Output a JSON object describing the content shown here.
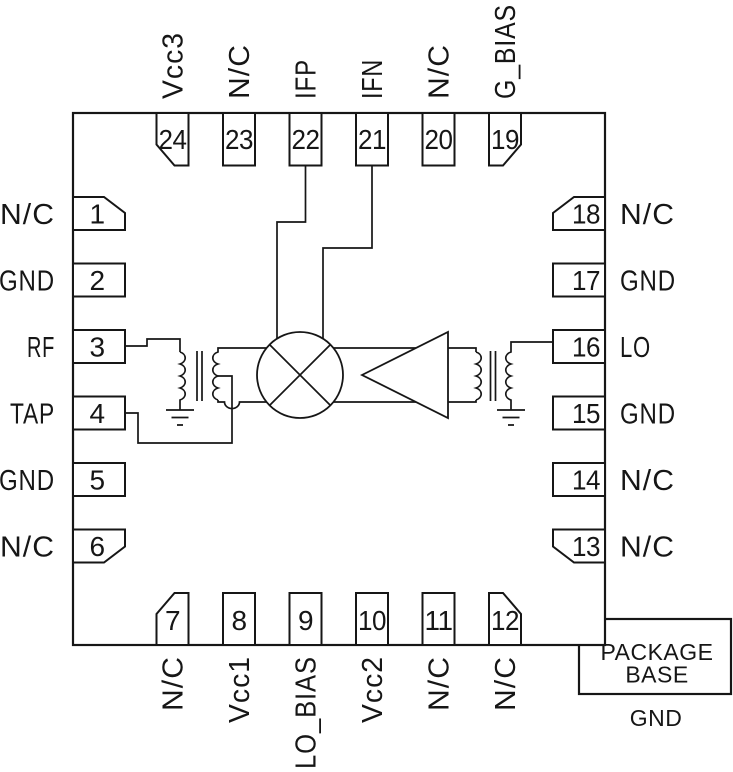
{
  "chip": {
    "pins": {
      "top": [
        {
          "number": "24",
          "label": "Vcc3"
        },
        {
          "number": "23",
          "label": "N/C"
        },
        {
          "number": "22",
          "label": "IFP"
        },
        {
          "number": "21",
          "label": "IFN"
        },
        {
          "number": "20",
          "label": "N/C"
        },
        {
          "number": "19",
          "label": "G_BIAS"
        }
      ],
      "left": [
        {
          "number": "1",
          "label": "N/C"
        },
        {
          "number": "2",
          "label": "GND"
        },
        {
          "number": "3",
          "label": "RF"
        },
        {
          "number": "4",
          "label": "TAP"
        },
        {
          "number": "5",
          "label": "GND"
        },
        {
          "number": "6",
          "label": "N/C"
        }
      ],
      "right": [
        {
          "number": "18",
          "label": "N/C"
        },
        {
          "number": "17",
          "label": "GND"
        },
        {
          "number": "16",
          "label": "LO"
        },
        {
          "number": "15",
          "label": "GND"
        },
        {
          "number": "14",
          "label": "N/C"
        },
        {
          "number": "13",
          "label": "N/C"
        }
      ],
      "bottom": [
        {
          "number": "7",
          "label": "N/C"
        },
        {
          "number": "8",
          "label": "Vcc1"
        },
        {
          "number": "9",
          "label": "LO_BIAS"
        },
        {
          "number": "10",
          "label": "Vcc2"
        },
        {
          "number": "11",
          "label": "N/C"
        },
        {
          "number": "12",
          "label": "N/C"
        }
      ]
    }
  },
  "package_base": {
    "line1": "PACKAGE",
    "line2": "BASE",
    "ground_label": "GND"
  },
  "symbols": {
    "mixer": "mixer-cross-circle-icon",
    "amplifier": "amplifier-triangle-icon",
    "rf_transformer": "transformer-icon",
    "lo_transformer": "transformer-icon",
    "ground": "ground-icon"
  },
  "colors": {
    "line": "#161616",
    "background": "#ffffff"
  }
}
